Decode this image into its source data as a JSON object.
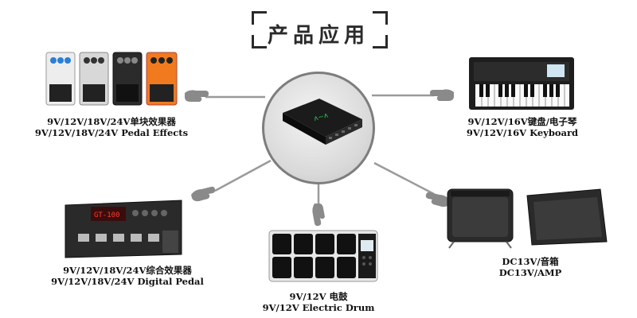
{
  "title": "产品应用",
  "colors": {
    "line": "#9a9a9a",
    "hub_border": "#7d7d7d",
    "led": "#24d14a",
    "accent_orange": "#f07a1d"
  },
  "hub": {
    "icon": "power-adapter-icon"
  },
  "devices": {
    "pedal_effects": {
      "line1": "9V/12V/18V/24V单块效果器",
      "line2": "9V/12V/18V/24V Pedal Effects",
      "pointer_icon": "pointing-hand-icon"
    },
    "keyboard": {
      "line1": "9V/12V/16V键盘/电子琴",
      "line2": "9V/12V/16V Keyboard",
      "pointer_icon": "pointing-hand-icon"
    },
    "digital_pedal": {
      "line1": "9V/12V/18V/24V综合效果器",
      "line2": "9V/12V/18V/24V Digital Pedal",
      "pointer_icon": "pointing-hand-icon",
      "screen_text": "GT-100"
    },
    "electric_drum": {
      "line1": "9V/12V 电鼓",
      "line2": "9V/12V Electric Drum",
      "pointer_icon": "pointing-hand-icon"
    },
    "amp": {
      "line1": "DC13V/音箱",
      "line2": "DC13V/AMP",
      "pointer_icon": "pointing-hand-icon"
    }
  }
}
